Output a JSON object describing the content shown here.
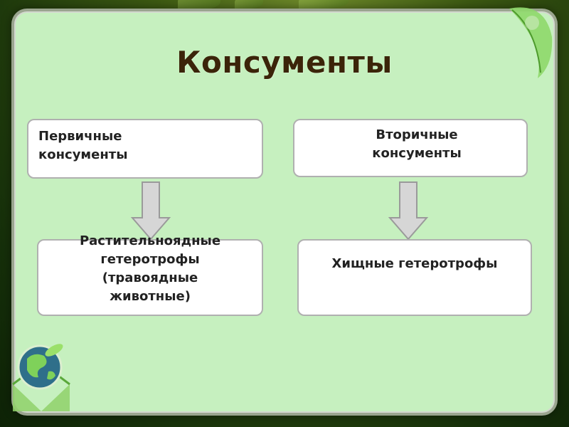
{
  "slide": {
    "title": "Консументы",
    "primary_consumers": "Первичные\nконсументы",
    "secondary_consumers": "Вторичные\nконсументы",
    "herbivores": "Растительноядные\nгетеротрофы\n(травоядные\nживотные)",
    "predators": "Хищные гетеротрофы"
  },
  "colors": {
    "panel_bg": "#c6f0bf",
    "title": "#3b2409",
    "arrow_fill": "#d6d6d6",
    "arrow_stroke": "#9a9a9a"
  },
  "icons": [
    "globe-icon",
    "leaf-icon",
    "down-arrow-icon"
  ]
}
